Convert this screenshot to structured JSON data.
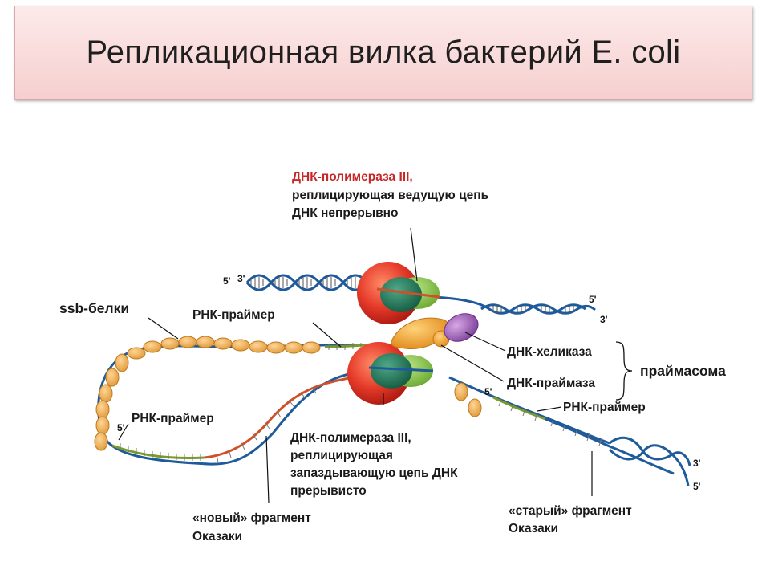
{
  "title": "Репликационная вилка бактерий E. coli",
  "labels": {
    "pol_top_line1": "ДНК-полимераза III,",
    "pol_top_line2": "реплицирующая ведущую цепь",
    "pol_top_line3": "ДНК непрерывно",
    "ssb": "ssb-белки",
    "primer_top": "РНК-праймер",
    "helicase": "ДНК-хеликаза",
    "primase": "ДНК-праймаза",
    "primosome": "праймасома",
    "primer_right": "РНК-праймер",
    "primer_left": "РНК-праймер",
    "pol_bottom_line1": "ДНК-полимераза III,",
    "pol_bottom_line2": "реплицирующая",
    "pol_bottom_line3": "запаздывающую цепь ДНК",
    "pol_bottom_line4": "прерывисто",
    "new_fragment_line1": "«новый» фрагмент",
    "new_fragment_line2": "Оказаки",
    "old_fragment_line1": "«старый» фрагмент",
    "old_fragment_line2": "Оказаки"
  },
  "strand_ends": {
    "top_left_5": "5'",
    "top_left_3": "3'",
    "right_5": "5'",
    "right_3": "3'",
    "lagging_5": "5'",
    "far_left_5": "5'",
    "bottom_right_3": "3'",
    "bottom_right_5": "5'"
  },
  "colors": {
    "dna_blue": "#1f5a9a",
    "polymerase_red": "#e53a2a",
    "polymerase_green": "#2a8a5a",
    "helicase_purple": "#9b5fb5",
    "primase_orange": "#f0a030",
    "ssb_tan": "#f2b45c",
    "primer_green": "#7a9a2a",
    "okazaki_red": "#d0502a"
  }
}
